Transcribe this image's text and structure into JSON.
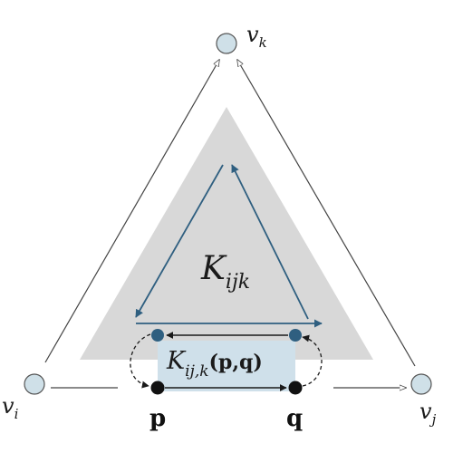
{
  "vertices": {
    "vi": {
      "base": "v",
      "sub": "i"
    },
    "vj": {
      "base": "v",
      "sub": "j"
    },
    "vk": {
      "base": "v",
      "sub": "k"
    }
  },
  "simplex_label": {
    "base": "K",
    "sub": "ijk"
  },
  "region_label": {
    "base": "K",
    "sub": "ij,k",
    "args": "(p,q)"
  },
  "points": {
    "p": "p",
    "q": "q"
  },
  "colors": {
    "gray_triangle": "#d8d8d8",
    "blue_region": "#cfe0ea",
    "blue_path": "#2f5f80",
    "vertex_fill": "#cfe0e8",
    "outline": "#555555",
    "ink": "#1a1a1a"
  }
}
